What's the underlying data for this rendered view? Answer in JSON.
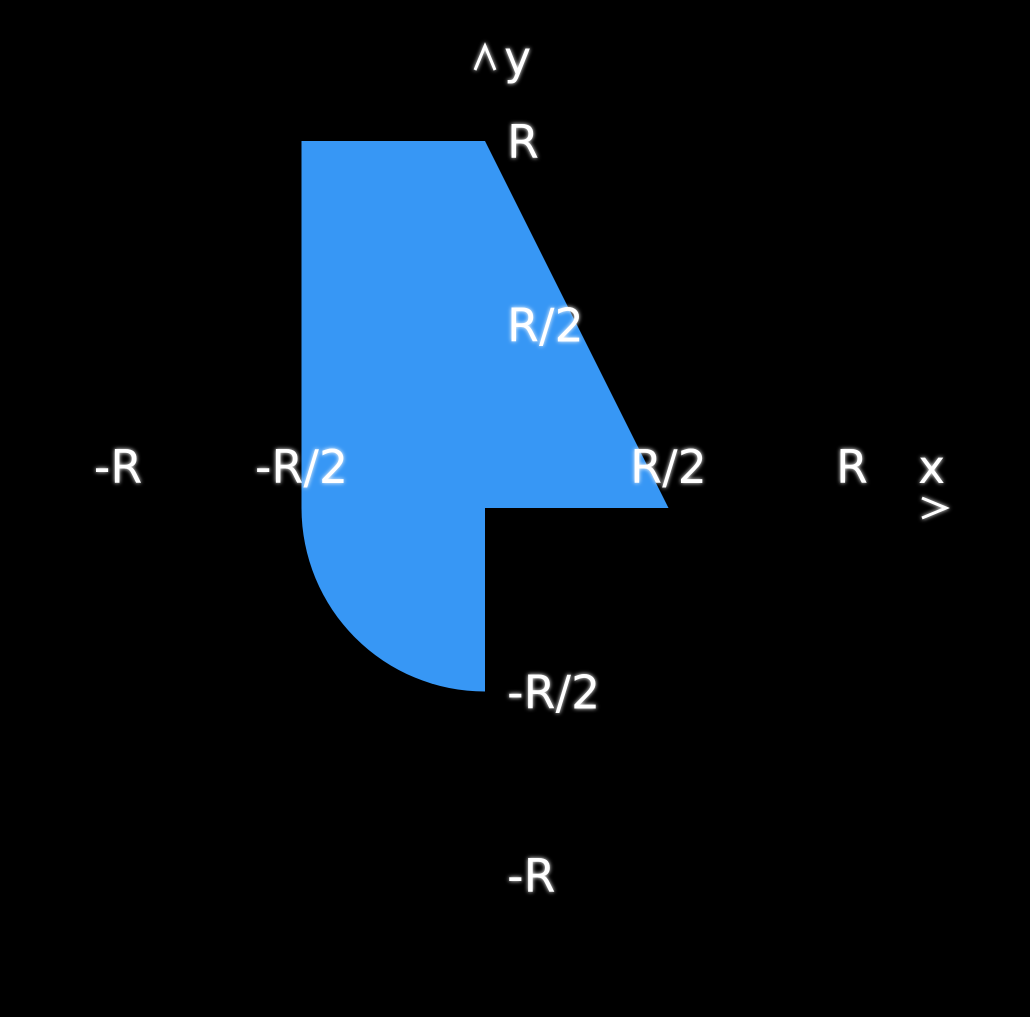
{
  "colors": {
    "background": "#000000",
    "region_fill": "#3797f5",
    "axis": "#ffffff"
  },
  "axes": {
    "x_name": "x",
    "y_name": "y"
  },
  "x_ticks": [
    {
      "value": -1,
      "label": "-R"
    },
    {
      "value": -0.5,
      "label": "-R/2"
    },
    {
      "value": 0.5,
      "label": "R/2"
    },
    {
      "value": 1,
      "label": "R"
    }
  ],
  "y_ticks": [
    {
      "value": 1,
      "label": "R"
    },
    {
      "value": 0.5,
      "label": "R/2"
    },
    {
      "value": -0.5,
      "label": "-R/2"
    },
    {
      "value": -1,
      "label": "-R"
    }
  ],
  "region": {
    "rectangle": {
      "x_from": -0.5,
      "x_to": 0,
      "y_from": 0,
      "y_to": 1
    },
    "triangle": {
      "vertices": [
        [
          0,
          0
        ],
        [
          0,
          1
        ],
        [
          0.5,
          0
        ]
      ]
    },
    "quarter_circle": {
      "center": [
        0,
        0
      ],
      "radius": 0.5,
      "quadrant": "third"
    }
  }
}
